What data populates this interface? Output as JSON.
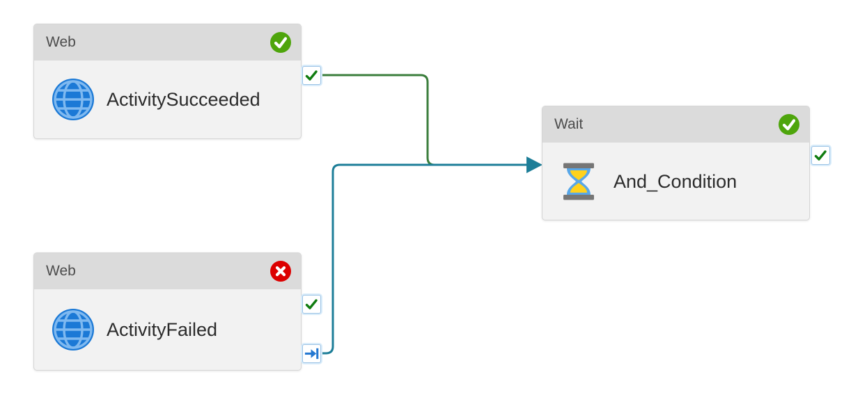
{
  "app": "pipeline-canvas",
  "nodes": [
    {
      "id": "activity-succeeded",
      "type_label": "Web",
      "name": "ActivitySucceeded",
      "status": "succeeded",
      "icon": "globe-icon",
      "badge_icon": "check-icon",
      "ports": [
        {
          "kind": "success-output",
          "icon": "check-icon"
        }
      ]
    },
    {
      "id": "activity-failed",
      "type_label": "Web",
      "name": "ActivityFailed",
      "status": "failed",
      "icon": "globe-icon",
      "badge_icon": "x-icon",
      "ports": [
        {
          "kind": "success-output",
          "icon": "check-icon"
        },
        {
          "kind": "completion-output",
          "icon": "arrow-to-bar-icon"
        }
      ]
    },
    {
      "id": "and-condition",
      "type_label": "Wait",
      "name": "And_Condition",
      "status": "succeeded",
      "icon": "hourglass-icon",
      "badge_icon": "check-icon",
      "ports": [
        {
          "kind": "success-output",
          "icon": "check-icon"
        }
      ]
    }
  ],
  "connectors": [
    {
      "from": "ActivitySucceeded",
      "from_port": "success-output",
      "to": "And_Condition",
      "color": "#3a7d3b"
    },
    {
      "from": "ActivityFailed",
      "from_port": "completion-output",
      "to": "And_Condition",
      "color": "#1d7e98",
      "arrowhead": true
    }
  ],
  "colors": {
    "canvas_background": "#ffffff",
    "node_header_bg": "#dbdbdb",
    "node_body_bg": "#f2f2f2",
    "node_border": "#d5d5d5",
    "success_badge": "#4ea50c",
    "failed_badge": "#dc0000",
    "success_connector": "#3a7d3b",
    "completion_connector": "#1d7e98",
    "port_check_green": "#107c10",
    "port_arrow_blue": "#2478d1",
    "globe_blue": "#1b79d6",
    "globe_lines": "#7fb9f0",
    "hourglass_gray": "#767676",
    "hourglass_blue": "#58a7e8",
    "hourglass_sand": "#ffd21c"
  }
}
